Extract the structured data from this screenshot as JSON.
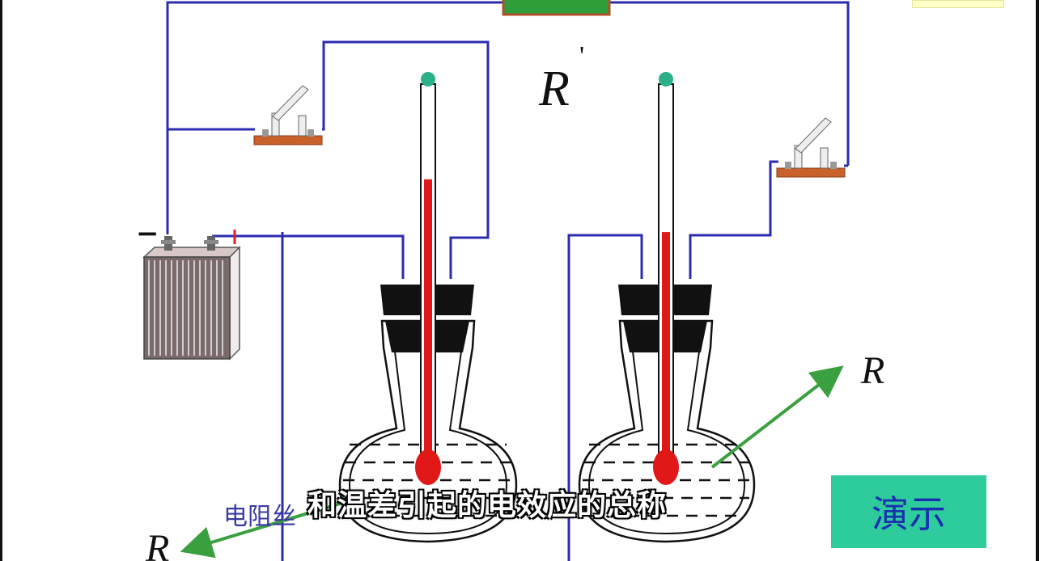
{
  "labels": {
    "r_prime": "R",
    "r_prime_mark": "'",
    "r_right": "R",
    "r_left": "R",
    "battery_minus": "−"
  },
  "wire_label": "电阻丝",
  "subtitle": "和温差引起的电效应的总称",
  "demo_button": "演示",
  "colors": {
    "wire": "#2c2cb0",
    "rheostat": "#2e9e3a",
    "mercury": "#e01818",
    "thermo_bulb_top": "#2bb08a",
    "stopper": "#111111",
    "switch_base": "#c8622a",
    "arrow": "#3aa040",
    "demo_bg": "#2ecc9c"
  },
  "thermometers": [
    {
      "name": "left",
      "mercury_level": 0.76
    },
    {
      "name": "right",
      "mercury_level": 0.62
    }
  ]
}
